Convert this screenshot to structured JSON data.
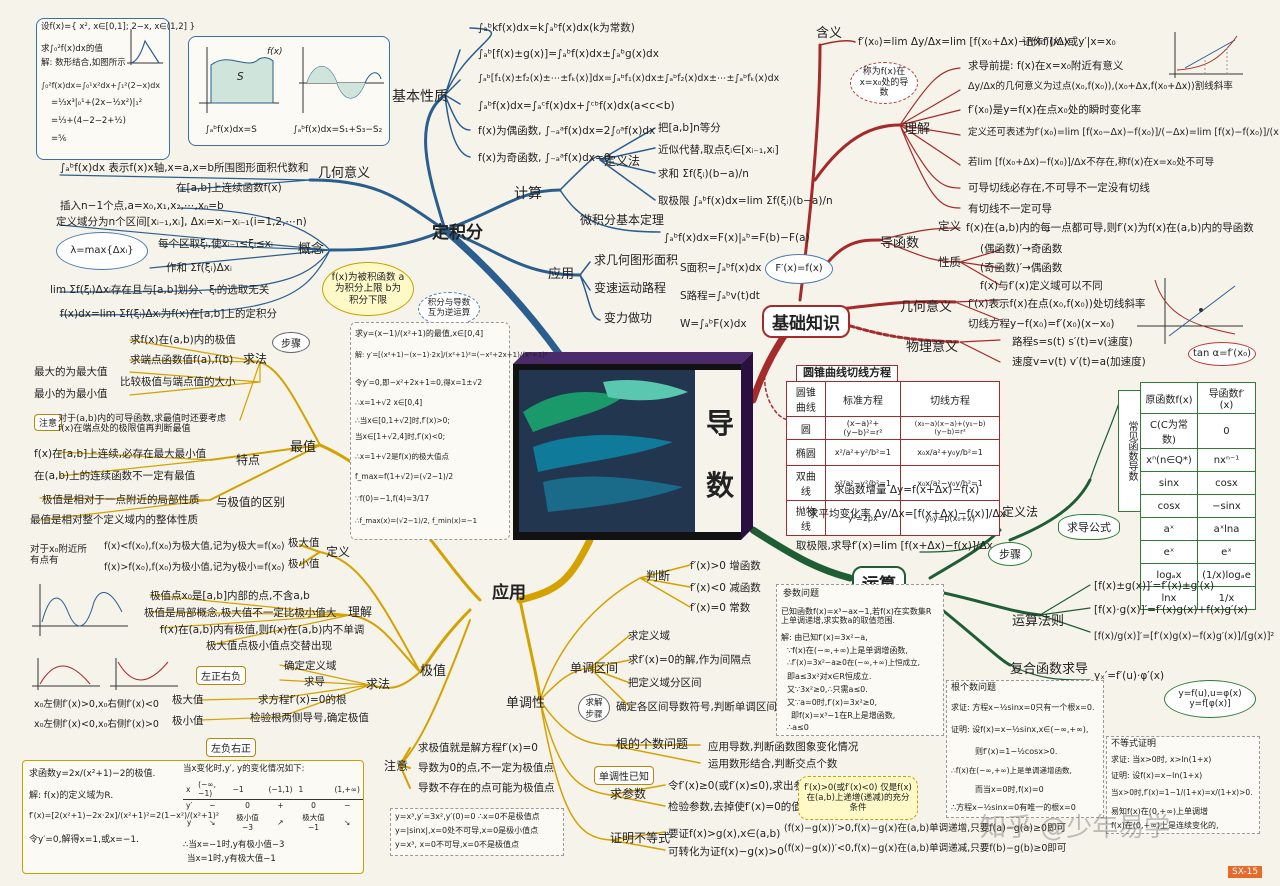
{
  "hubs": {
    "definite_integral": "定积分",
    "basic_knowledge": "基础知识",
    "application": "应用",
    "operation": "运算"
  },
  "center": {
    "title_line1": "导",
    "title_line2": "数"
  },
  "integral": {
    "basic_properties": {
      "label": "基本性质",
      "items": [
        "∫ₐᵇkf(x)dx=k∫ₐᵇf(x)dx(k为常数)",
        "∫ₐᵇ[f(x)±g(x)]=∫ₐᵇf(x)dx±∫ₐᵇg(x)dx",
        "∫ₐᵇ[f₁(x)±f₂(x)±⋯±fₖ(x)]dx=∫ₐᵇf₁(x)dx±∫ₐᵇf₂(x)dx±⋯±∫ₐᵇfₖ(x)dx",
        "∫ₐᵇf(x)dx=∫ₐᶜf(x)dx+∫ᶜᵇf(x)dx(a<c<b)",
        "f(x)为偶函数, ∫₋ₐᵃf(x)dx=2∫₀ᵃf(x)dx",
        "f(x)为奇函数, ∫₋ₐᵃf(x)dx=0"
      ]
    },
    "calculation": {
      "label": "计算",
      "definition_method": "定义法",
      "steps": [
        "把[a,b]n等分",
        "近似代替,取点ξᵢ∈[xᵢ₋₁,xᵢ]",
        "求和 Σf(ξᵢ)(b−a)/n",
        "取极限 ∫ₐᵇf(x)dx=lim Σf(ξᵢ)(b−a)/n"
      ],
      "fundamental_theorem": "微积分基本定理",
      "fundamental_formula": "∫ₐᵇf(x)dx=F(x)|ₐᵇ=F(b)−F(a)",
      "fprime_bubble": "F′(x)=f(x)"
    },
    "application": {
      "label": "应用",
      "items": [
        "求几何图形面积",
        "变速运动路程",
        "变力做功"
      ],
      "formulas": [
        "S面积=∫ₐᵇf(x)dx",
        "S路程=∫ₐᵇv(t)dt",
        "W=∫ₐᵇF(x)dx"
      ]
    },
    "geometric_meaning": {
      "label": "几何意义",
      "desc": "∫ₐᵇf(x)dx 表示f(x)x轴,x=a,x=b所围图形面积代数和",
      "continuous": "在[a,b]上连续函数f(x)",
      "graph_caption1": "∫ₐᵇf(x)dx=S",
      "graph_caption2": "∫ₐᵇf(x)dx=S₁+S₃−S₂",
      "graph_s": "S",
      "graph_fx": "f(x)"
    },
    "concept": {
      "label": "概念",
      "items": [
        "插入n−1个点,a=x₀,x₁,x₂,⋯,xₙ=b",
        "定义域分为n个区间[xᵢ₋₁,xᵢ], Δxᵢ=xᵢ−xᵢ₋₁(i=1,2,⋯n)",
        "每个区取ξᵢ,使xᵢ₋₁≤ξᵢ≤xᵢ",
        "作和 Σf(ξᵢ)Δxᵢ",
        "lim Σf(ξᵢ)Δxᵢ存在且与[a,b]划分、ξᵢ的选取无关",
        "f(x)dx=lim Σf(ξᵢ)Δxᵢ为f(x)在[a,b]上的定积分"
      ],
      "lambda_bubble": "λ=max{Δxᵢ}",
      "yellow_bubble": "f(x)为被积函数 a为积分上限 b为积分下限",
      "deriv_bubble": "积分与导数 互为逆运算"
    },
    "example": {
      "line1": "设f(x)={ x², x∈[0,1]; 2−x, x∈(1,2] }",
      "line2": "求∫₀²f(x)dx的值",
      "line3": "解: 数形结合,如图所示",
      "line4": "∫₀²f(x)dx=∫₀¹x²dx+∫₁²(2−x)dx",
      "line5": "=⅓x³|₀¹+(2x−½x²)|₁²",
      "line6": "=⅓+(4−2−2+½)",
      "line7": "=⅚"
    }
  },
  "basic": {
    "meaning": {
      "label": "含义",
      "formula": "f′(x₀)=lim Δy/Δx=lim [f(x₀+Δx)−f(x₀)]/Δx",
      "note": "记作f′(x₀)或y′|x=x₀",
      "bubble": "称为f(x)在x=x₀处的导数"
    },
    "understanding": {
      "label": "理解",
      "items": [
        "求导前提: f(x)在x=x₀附近有意义",
        "Δy/Δx的几何意义为过点(x₀,f(x₀)),(x₀+Δx,f(x₀+Δx))割线斜率",
        "f′(x₀)是y=f(x)在点x₀处的瞬时变化率",
        "定义还可表述为f′(x₀)=lim [f(x₀−Δx)−f(x₀)]/(−Δx)=lim [f(x)−f(x₀)]/(x−x₀)",
        "若lim [f(x₀+Δx)−f(x₀)]/Δx不存在,称f(x)在x=x₀处不可导",
        "可导切线必存在,不可导不一定没有切线",
        "有切线不一定可导"
      ]
    },
    "derived_function": {
      "label": "导函数",
      "definition_label": "定义",
      "definition": "f(x)在(a,b)内的每一点都可导,则f′(x)为f(x)在(a,b)内的导函数",
      "property_label": "性质",
      "properties": [
        "(偶函数)′→奇函数",
        "(奇函数)′→偶函数",
        "f(x)与f′(x)定义域可以不同"
      ]
    },
    "geometric": {
      "label": "几何意义",
      "items": [
        "f′(x)表示f(x)在点(x₀,f(x₀))处切线斜率",
        "切线方程y−f(x₀)=f′(x₀)(x−x₀)"
      ],
      "tan_bubble": "tan α=f′(x₀)"
    },
    "physical": {
      "label": "物理意义",
      "items": [
        "路程s=s(t)  s′(t)=v(速度)",
        "速度v=v(t)  v′(t)=a(加速度)"
      ]
    },
    "conic": {
      "title": "圆锥曲线切线方程",
      "headers": [
        "圆锥曲线",
        "标准方程",
        "切线方程"
      ],
      "rows": [
        [
          "圆",
          "(x−a)²+(y−b)²=r²",
          "(x₀−a)(x−a)+(y₀−b)(y−b)=r²"
        ],
        [
          "椭圆",
          "x²/a²+y²/b²=1",
          "x₀x/a²+y₀y/b²=1"
        ],
        [
          "双曲线",
          "x²/a²−y²/b²=1",
          "x₀x/a²−y₀y/b²=1"
        ],
        [
          "抛物线",
          "y²=2px",
          "y₀y=p(x₀+x)"
        ]
      ]
    }
  },
  "operation": {
    "common": {
      "label": "常见函数导数",
      "headers": [
        "原函数f(x)",
        "导函数f′(x)"
      ],
      "rows": [
        [
          "C(C为常数)",
          "0"
        ],
        [
          "xⁿ(n∈Q*)",
          "nxⁿ⁻¹"
        ],
        [
          "sinx",
          "cosx"
        ],
        [
          "cosx",
          "−sinx"
        ],
        [
          "aˣ",
          "aˣlna"
        ],
        [
          "eˣ",
          "eˣ"
        ],
        [
          "logₐx",
          "(1/x)logₐe"
        ],
        [
          "lnx",
          "1/x"
        ]
      ]
    },
    "derivative_formula_bubble": "求导公式",
    "definition_method": {
      "label": "定义法",
      "items": [
        "求函数增量 Δy=f(x+Δx)−f(x)",
        "求平均变化率 Δy/Δx=[f(x+Δx)−f(x)]/Δx",
        "取极限,求导f′(x)=lim [f(x+Δx)−f(x)]/Δx"
      ],
      "steps_bubble": "步骤"
    },
    "rules": {
      "label": "运算法则",
      "items": [
        "[f(x)±g(x)]′=f′(x)±g′(x)",
        "[f(x)·g(x)]′=f′(x)g(x)+f(x)g′(x)",
        "[f(x)/g(x)]′=[f′(x)g(x)−f(x)g′(x)]/[g(x)]²"
      ]
    },
    "composite": {
      "label": "复合函数求导",
      "formula": "yₓ′=f′(u)·φ′(x)",
      "bubble": "y=f(u),u=φ(x) y=f[φ(x)]"
    }
  },
  "app": {
    "extremum_max": {
      "label": "最值",
      "method": "求法",
      "steps_tag": "步骤",
      "method_items": [
        "求f(x)在(a,b)内的极值",
        "求端点函数值f(a),f(b)",
        "比较极值与端点值的大小",
        "最大的为最大值",
        "最小的为最小值"
      ],
      "note_tag": "注意",
      "note": "对于(a,b)内的可导函数,求最值时还要考虑f(x)在端点处的极限值再判断最值",
      "feature_label": "特点",
      "features": [
        "f(x)在[a,b]上连续,必存在最大最小值",
        "在(a,b)上的连续函数不一定有最值"
      ],
      "diff_label": "与极值的区别",
      "diffs": [
        "极值是相对于一点附近的局部性质",
        "最值是相对整个定义域内的整体性质"
      ]
    },
    "extreme": {
      "label": "极值",
      "definition": "定义",
      "max_label": "极大值",
      "min_label": "极小值",
      "near": "对于x₀附近所有点有",
      "def_max": "f(x)<f(x₀),f(x₀)为极大值,记为y极大=f(x₀)",
      "def_min": "f(x)>f(x₀),f(x₀)为极小值,记为y极小=f(x₀)",
      "understanding": "理解",
      "und_items": [
        "极值点x₀是[a,b]内部的点,不含a,b",
        "极值是局部概念,极大值不一定比极小值大",
        "f(x)在(a,b)内有极值,则f(x)在(a,b)内不单调",
        "极大值点极小值点交替出现"
      ],
      "method": "求法",
      "method_items": [
        "确定定义域",
        "求导",
        "求方程f′(x)=0的根",
        "检验根两侧导号,确定极值"
      ],
      "left_pos_tag": "左正右负",
      "left_neg_tag": "左负右正",
      "max_rule": "x₀左侧f′(x)>0,x₀右侧f′(x)<0",
      "min_rule": "x₀左侧f′(x)<0,x₀右侧f′(x)>0"
    },
    "monotonic": {
      "label": "单调性",
      "judge": "判断",
      "judge_items": [
        "f′(x)>0  增函数",
        "f′(x)<0  减函数",
        "f′(x)=0  常数"
      ],
      "interval": "单调区间",
      "interval_items": [
        "求定义域",
        "求f′(x)=0的解,作为间隔点",
        "把定义域分区间",
        "确定各区间导数符号,判断单调区间"
      ],
      "steps_tag": "求解步骤",
      "root_count": "根的个数问题",
      "root_items": [
        "应用导数,判断函数图象变化情况",
        "运用数形结合,判断交点个数"
      ],
      "known_tag": "单调性已知",
      "param": "求参数",
      "param_items": [
        "令f′(x)≥0(或f′(x)≤0),求出参数",
        "检验参数,去掉使f′(x)=0的值"
      ],
      "param_note": "f′(x)>0(或f′(x)<0) 仅是f(x)在(a,b)上递增(递减)的充分条件",
      "ineq": "证明不等式",
      "ineq_items": [
        "要证f(x)>g(x),x∈(a,b)",
        "可转化为证f(x)−g(x)>0"
      ],
      "ineq_rules": [
        "(f(x)−g(x))′>0,f(x)−g(x)在(a,b)单调递增,只要f(a)−g(a)≥0即可",
        "(f(x)−g(x))′<0,f(x)−g(x)在(a,b)单调递减,只要f(b)−g(b)≥0即可"
      ]
    },
    "notes": {
      "label": "注意",
      "items": [
        "求极值就是解方程f′(x)=0",
        "导数为0的点,不一定为极值点",
        "导数不存在的点可能为极值点"
      ],
      "examples": [
        "y=x³,y′=3x²,y′(0)=0 ∴x=0不是极值点",
        "y=|sinx|,x=0处不可导,x=0是极小值点",
        "y=x³, x=0不可导,x=0不是极值点"
      ]
    },
    "example_max": {
      "l1": "求y=(x−1)/(x²+1)的最值,x∈[0,4]",
      "l2": "解: y′=[(x²+1)−(x−1)·2x]/(x²+1)²=(−x²+2x+1)/(x²+1)²",
      "l3": "令y′=0,即−x²+2x+1=0,得x=1±√2",
      "l4": "∴x=1+√2   x∈[0,4]",
      "l5": "∴当x∈[0,1+√2]时,f′(x)>0;",
      "l6": "当x∈[1+√2,4]时,f′(x)<0;",
      "l7": "∴x=1+√2是f(x)的极大值点",
      "l8": "f_max=f(1+√2)=(√2−1)/2",
      "l9": "∵f(0)=−1,f(4)=3/17",
      "l10": "∴f_max(x)=(√2−1)/2, f_min(x)=−1"
    },
    "example_ext": {
      "l1": "求函数y=2x/(x²+1)−2的极值.",
      "l2": "解: f(x)的定义域为R.",
      "l3": "f′(x)=[2(x²+1)−2x·2x]/(x²+1)²=2(1−x²)/(x²+1)²",
      "l4": "令y′=0,解得x=1,或x=−1.",
      "table_title": "当x变化时,y′, y的变化情况如下:",
      "table_headers": [
        "x",
        "(−∞,−1)",
        "−1",
        "(−1,1)",
        "1",
        "(1,+∞)"
      ],
      "row_dy": [
        "y′",
        "−",
        "0",
        "+",
        "0",
        "−"
      ],
      "row_y": [
        "y",
        "↘",
        "极小值 −3",
        "↗",
        "极大值 −1",
        "↘"
      ],
      "c1": "∴当x=−1时,y有极小值−3",
      "c2": "当x=1时,y有极大值−1"
    },
    "param_example": {
      "title": "参数问题",
      "l1": "已知函数f(x)=x³−ax−1,若f(x)在实数集R上单调递增,求实数a的取值范围.",
      "l2": "解: 由已知f′(x)=3x²−a,",
      "l3": "∵f(x)在(−∞,+∞)上是单调增函数,",
      "l4": "∴f′(x)=3x²−a≥0在(−∞,+∞)上恒成立,",
      "l5": "即a≤3x²对x∈R恒成立.",
      "l6": "又∵3x²≥0,∴只需a≤0.",
      "l7": "又∵a=0时,f′(x)=3x²≥0,",
      "l8": "即f(x)=x³−1在R上是增函数,",
      "l9": "∴a≤0"
    },
    "root_example": {
      "title": "根个数问题",
      "l1": "求证: 方程x−½sinx=0只有一个根x=0.",
      "l2": "证明: 设f(x)=x−½sinx,x∈(−∞,+∞),",
      "l3": "则f′(x)=1−½cosx>0.",
      "l4": "∴f(x)在(−∞,+∞)上是单调递增函数,",
      "l5": "而当x=0时,f(x)=0",
      "l6": "∴方程x−½sinx=0有唯一的根x=0"
    },
    "ineq_example": {
      "title": "不等式证明",
      "l1": "求证: 当x>0时, x>ln(1+x)",
      "l2": "证明: 设f(x)=x−ln(1+x)",
      "l3": "当x>0时,f′(x)=1−1/(1+x)=x/(1+x)>0.",
      "l4": "易知f(x)在(0,+∞)上单调增",
      "l5": "f(x)在(0,+∞)上是连续变化的,"
    }
  },
  "watermark": "知乎 @少年易学",
  "page_num": "SX-15"
}
